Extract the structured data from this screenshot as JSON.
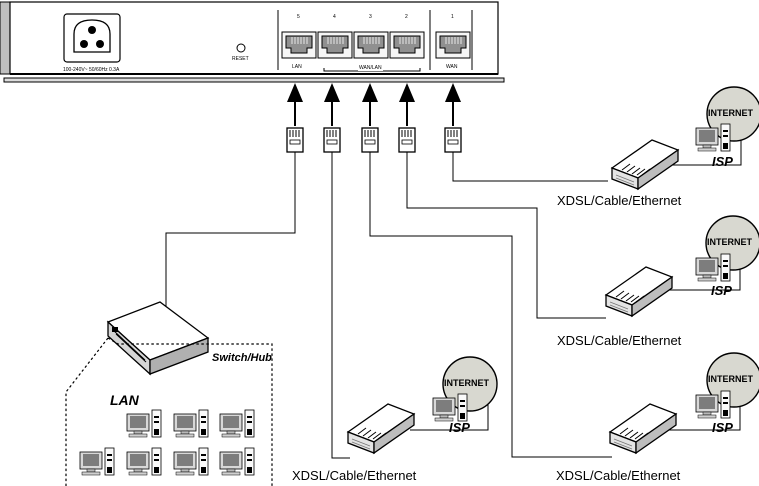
{
  "router": {
    "power_label": "100-240V~ 50/60Hz 0.3A",
    "reset_label": "RESET",
    "port_numbers": [
      "5",
      "4",
      "3",
      "2",
      "1"
    ],
    "lan_label": "LAN",
    "wanlan_label": "WAN/LAN",
    "wan_label": "WAN"
  },
  "connection_label": "XDSL/Cable/Ethernet",
  "internet_label": "INTERNET",
  "isp_label": "ISP",
  "switch_label": "Switch/Hub",
  "lan_label": "LAN",
  "icons": [
    "power-socket-icon",
    "reset-button-icon",
    "rj45-port-icon",
    "arrow-up-icon",
    "rj45-plug-icon",
    "modem-icon",
    "internet-globe-icon",
    "computer-icon",
    "switch-hub-icon"
  ]
}
